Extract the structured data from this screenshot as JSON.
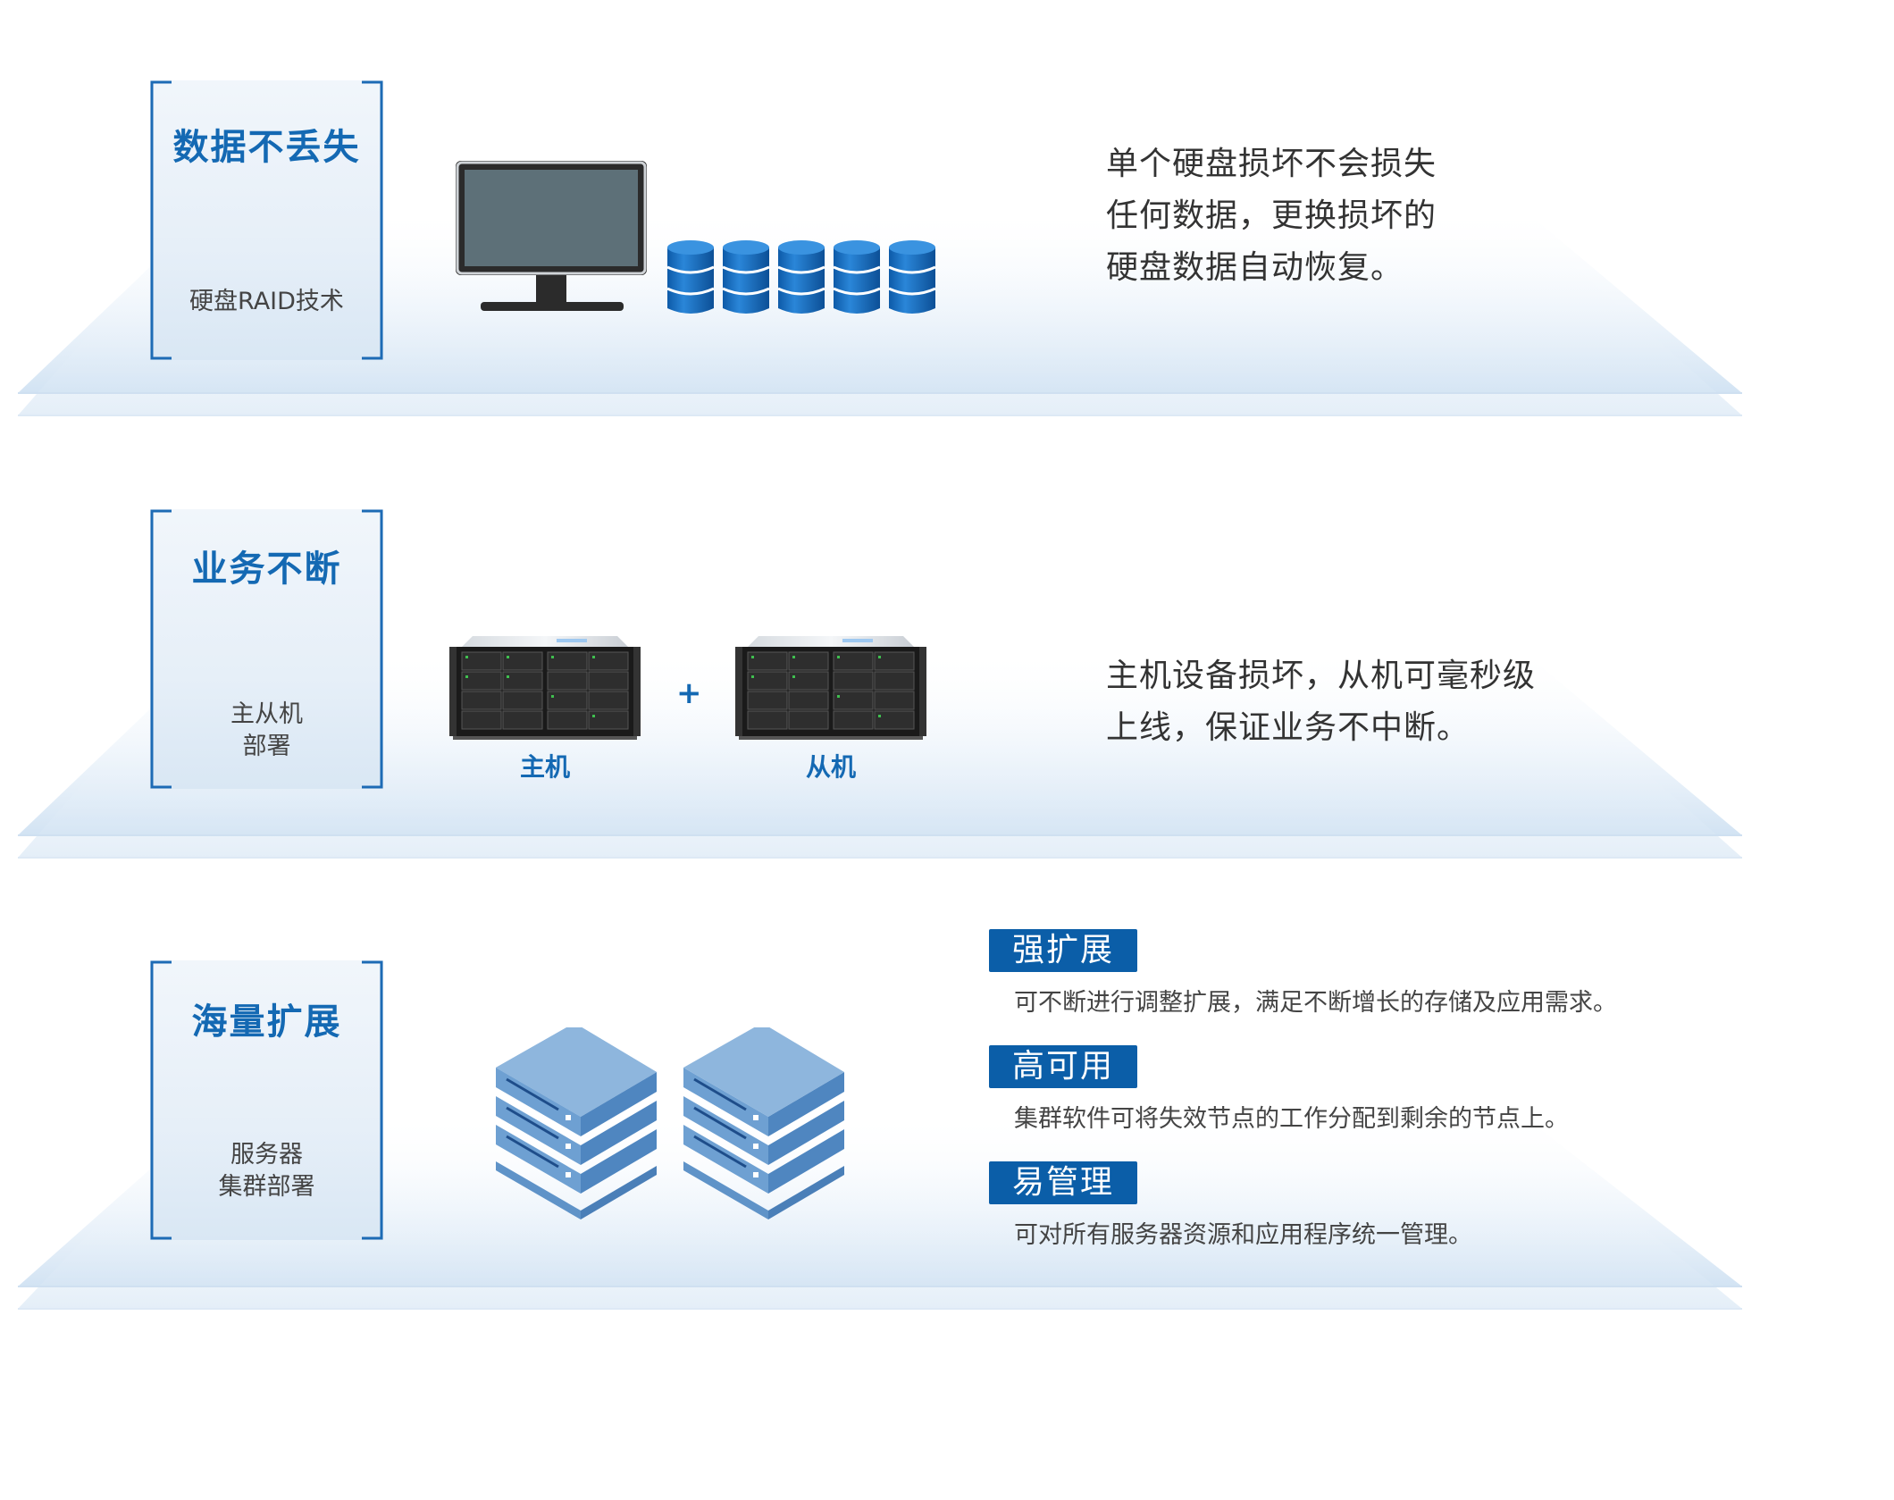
{
  "sections": [
    {
      "title": "数据不丢失",
      "subtitle": "硬盘RAID技术",
      "description": [
        "单个硬盘损坏不会损失",
        "任何数据，更换损坏的",
        "硬盘数据自动恢复。"
      ],
      "illustration": [
        "monitor-icon",
        "disk-stack-icon"
      ]
    },
    {
      "title": "业务不断",
      "subtitle_lines": [
        "主从机",
        "部署"
      ],
      "description": [
        "主机设备损坏，从机可毫秒级",
        "上线，保证业务不中断。"
      ],
      "illustration": [
        "server-rack-icon",
        "plus",
        "server-rack-icon"
      ],
      "captions": [
        "主机",
        "从机"
      ],
      "plus_symbol": "+"
    },
    {
      "title": "海量扩展",
      "subtitle_lines": [
        "服务器",
        "集群部署"
      ],
      "illustration": [
        "server-stack-icon",
        "server-stack-icon"
      ],
      "features": [
        {
          "tag": "强扩展",
          "text": "可不断进行调整扩展，满足不断增长的存储及应用需求。"
        },
        {
          "tag": "高可用",
          "text": "集群软件可将失效节点的工作分配到剩余的节点上。"
        },
        {
          "tag": "易管理",
          "text": "可对所有服务器资源和应用程序统一管理。"
        }
      ]
    }
  ],
  "colors": {
    "accent": "#1469b3",
    "tag_bg": "#0b5ea8",
    "platform": "#dbe8f5",
    "disk_blue": "#1565b5"
  }
}
